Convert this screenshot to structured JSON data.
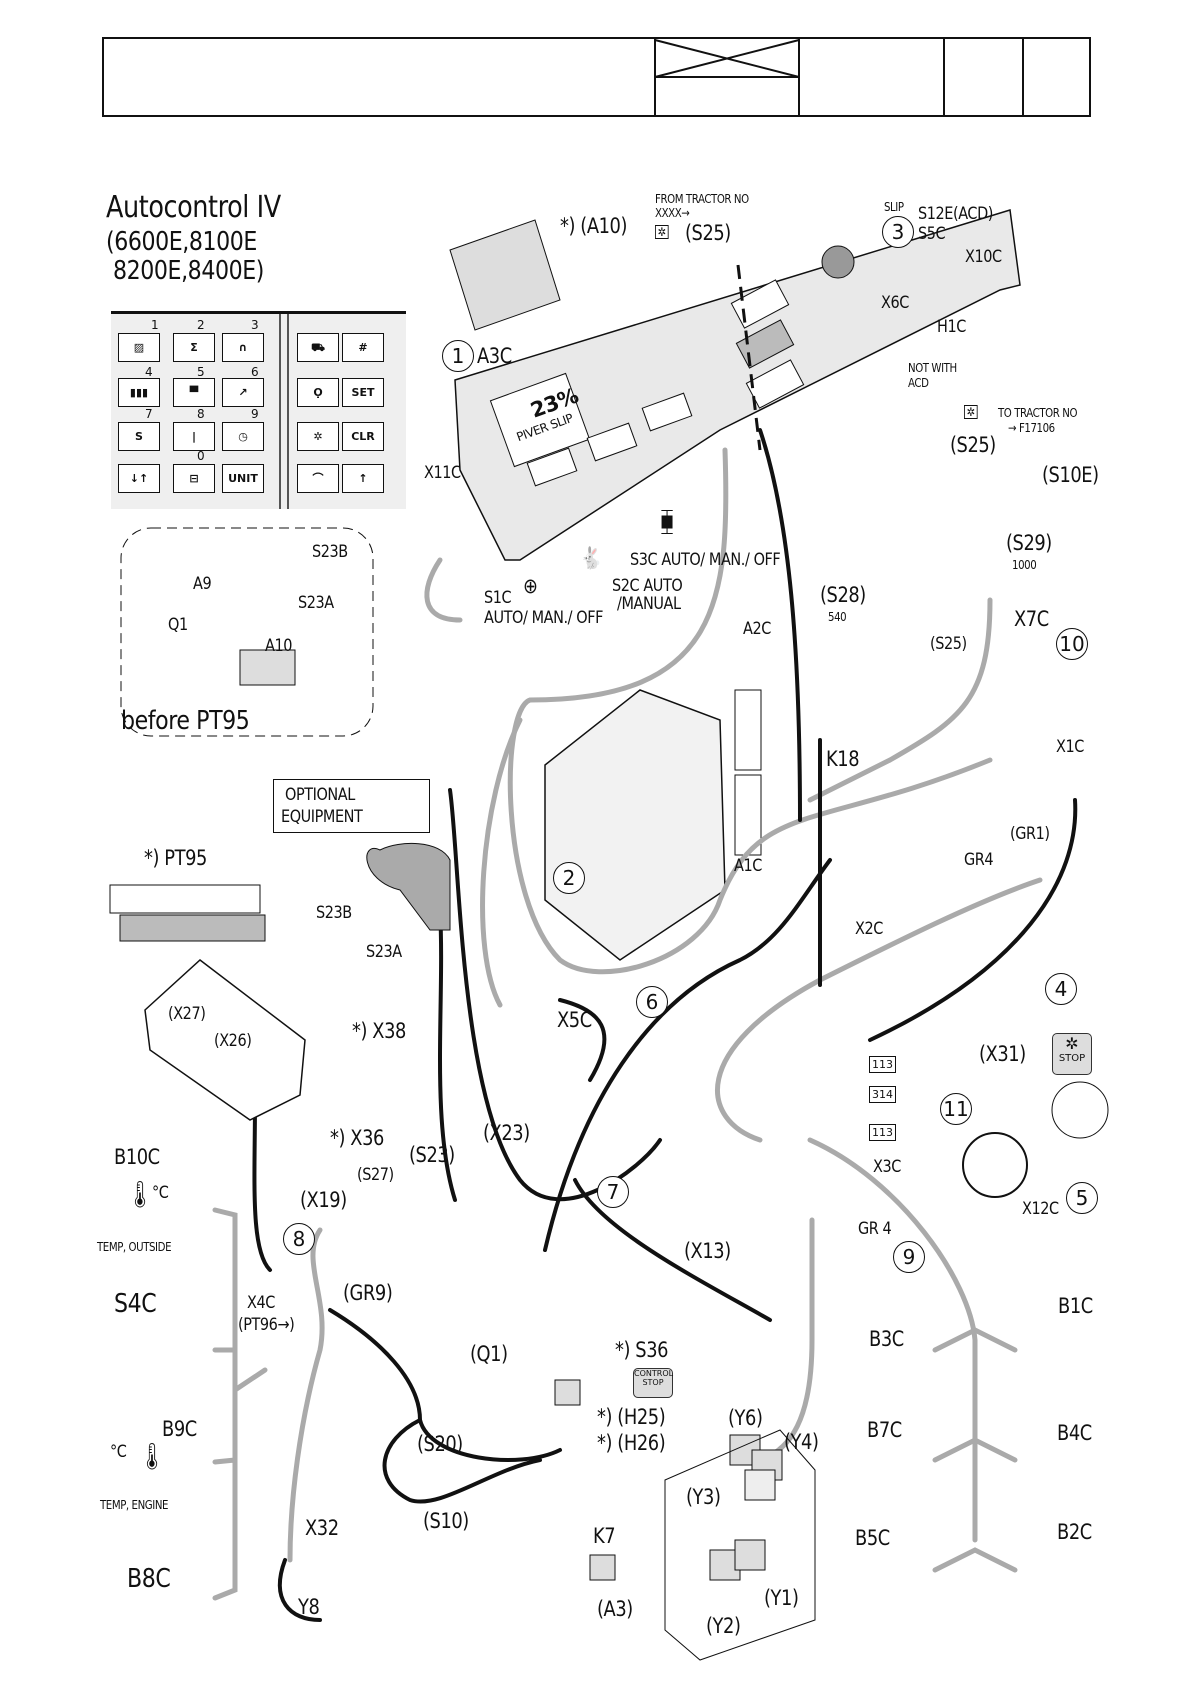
{
  "title": {
    "line1": "Autocontrol IV",
    "line2": "(6600E,8100E",
    "line3": "8200E,8400E)"
  },
  "keypad": {
    "numbers": [
      "1",
      "2",
      "3",
      "4",
      "5",
      "6",
      "7",
      "8",
      "9",
      "0"
    ],
    "set": "SET",
    "clr": "CLR",
    "unit": "UNIT"
  },
  "display": {
    "value": "23%",
    "text": "PIVER SLIP"
  },
  "callouts": [
    "1",
    "2",
    "3",
    "4",
    "5",
    "6",
    "7",
    "8",
    "9",
    "10",
    "11"
  ],
  "labels": {
    "a10_opt": "*) (A10)",
    "from_tractor": "FROM TRACTOR NO",
    "from_tractor_no": "XXXX→",
    "s25_top": "(S25)",
    "slip": "SLIP",
    "s12e": "S12E(ACD)",
    "s5c": "S5C",
    "x10c": "X10C",
    "x6c": "X6C",
    "h1c": "H1C",
    "not_with": "NOT WITH",
    "acd": "ACD",
    "a3c": "A3C",
    "to_tractor": "TO TRACTOR NO",
    "to_tractor_no": "→ F17106",
    "s25_mid": "(S25)",
    "s10e": "(S10E)",
    "x11c": "X11C",
    "s3c": "S3C AUTO/ MAN./ OFF",
    "s2c_1": "S2C AUTO",
    "s2c_2": "/MANUAL",
    "s1c_1": "S1C",
    "s1c_2": "AUTO/ MAN./ OFF",
    "a2c": "A2C",
    "s29": "(S29)",
    "s29_v": "1000",
    "s28": "(S28)",
    "s28_v": "540",
    "s25_low": "(S25)",
    "x7c": "X7C",
    "a9": "A9",
    "s23b_a": "S23B",
    "s23a_a": "S23A",
    "q1_a": "Q1",
    "a10_a": "A10",
    "before_pt95": "before PT95",
    "k18": "K18",
    "x1c": "X1C",
    "optional_1": "OPTIONAL",
    "optional_2": "EQUIPMENT",
    "pt95": "*) PT95",
    "s23b": "S23B",
    "s23a": "S23A",
    "a1c": "A1C",
    "gr1": "(GR1)",
    "gr4_a": "GR4",
    "x2c": "X2C",
    "x5c": "X5C",
    "x27": "(X27)",
    "x26": "(X26)",
    "x38": "*) X38",
    "x36": "*) X36",
    "x31": "(X31)",
    "stop": "STOP",
    "w113a": "113",
    "w314": "314",
    "w113b": "113",
    "x3c": "X3C",
    "x12c": "X12C",
    "gr4_b": "GR 4",
    "x23": "(X23)",
    "b10c": "B10C",
    "temp_outside": "TEMP, OUTSIDE",
    "s23": "(S23)",
    "s27": "(S27)",
    "x19": "(X19)",
    "x13": "(X13)",
    "gr9": "(GR9)",
    "s4c": "S4C",
    "x4c": "X4C",
    "pt96": "(PT96→)",
    "b1c": "B1C",
    "b3c": "B3C",
    "q1": "(Q1)",
    "s36": "*) S36",
    "control_stop_1": "CONTROL",
    "control_stop_2": "STOP",
    "h25": "*) (H25)",
    "h26": "*) (H26)",
    "y6": "(Y6)",
    "y4": "(Y4)",
    "b9c": "B9C",
    "b7c": "B7C",
    "b4c": "B4C",
    "s20": "(S20)",
    "y3": "(Y3)",
    "temp_engine": "TEMP, ENGINE",
    "s10": "(S10)",
    "x32": "X32",
    "k7": "K7",
    "b5c": "B5C",
    "b2c": "B2C",
    "b8c": "B8C",
    "y8": "Y8",
    "a3": "(A3)",
    "y1": "(Y1)",
    "y2": "(Y2)",
    "deg_c_1": "°C",
    "deg_c_2": "°C"
  }
}
